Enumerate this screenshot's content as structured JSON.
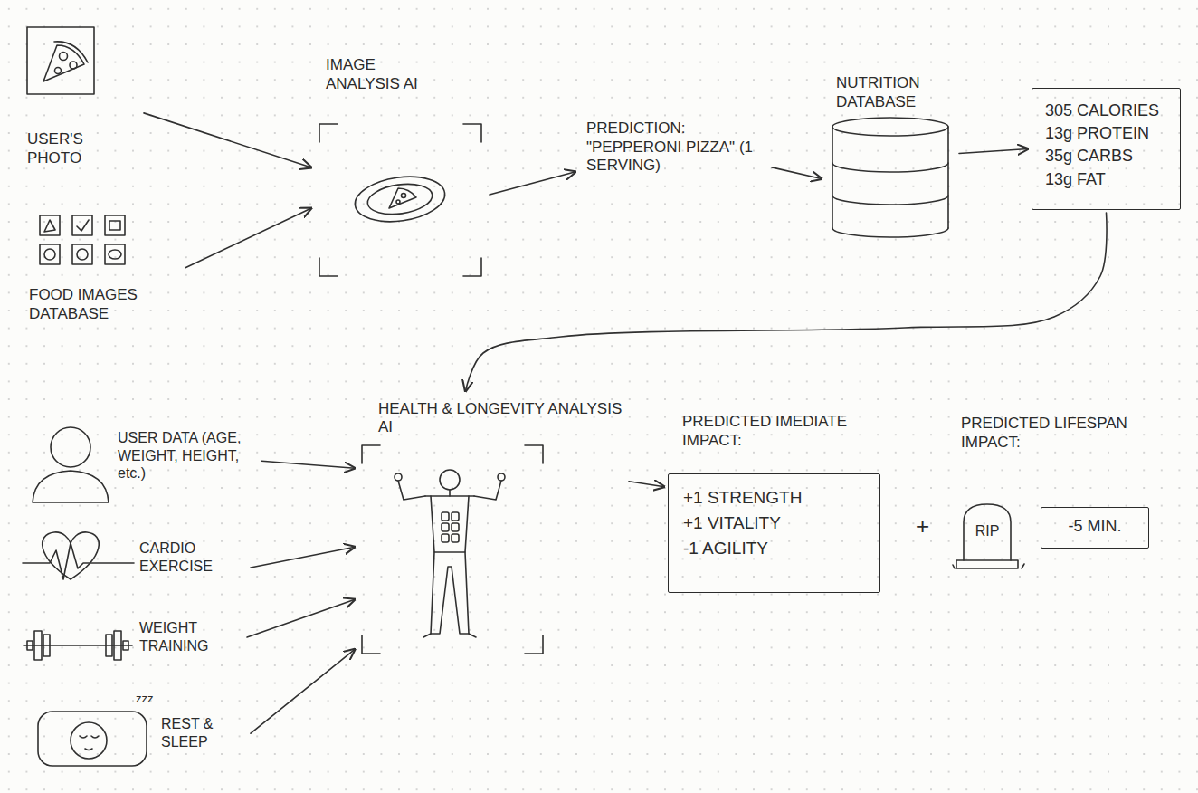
{
  "diagram": {
    "nodes": [
      {
        "text": [
          "USER'S PHOTO"
        ]
      },
      {
        "text": [
          "FOOD IMAGES DATABASE"
        ]
      },
      {
        "text": [
          "IMAGE ANALYSIS AI"
        ]
      },
      {
        "text": [
          "PREDICTION:",
          "\"PEPPERONI PIZZA\" (1 SERVING)"
        ]
      },
      {
        "text": [
          "NUTRITION DATABASE"
        ]
      },
      {
        "text": [
          "305 CALORIES",
          "13g PROTEIN",
          "35g CARBS",
          "13g FAT"
        ]
      },
      {
        "text": [
          "USER DATA (AGE, WEIGHT, HEIGHT, etc.)"
        ]
      },
      {
        "text": [
          "CARDIO EXERCISE"
        ]
      },
      {
        "text": [
          "WEIGHT TRAINING"
        ]
      },
      {
        "text": [
          "REST & SLEEP"
        ]
      },
      {
        "text": [
          "HEALTH & LONGEVITY ANALYSIS AI"
        ]
      },
      {
        "text": [
          "PREDICTED IMEDIATE IMPACT:",
          "+1 STRENGTH",
          "+1 VITALITY",
          "-1 AGILITY"
        ]
      },
      {
        "text": [
          "RIP"
        ]
      },
      {
        "text": [
          "-5 MIN."
        ]
      }
    ],
    "edges": [
      {
        "from": 0,
        "to": 2,
        "arrow": "to"
      },
      {
        "from": 1,
        "to": 2,
        "arrow": "to"
      },
      {
        "from": 2,
        "to": 3,
        "arrow": "to"
      },
      {
        "from": 3,
        "to": 4,
        "arrow": "to"
      },
      {
        "from": 4,
        "to": 5,
        "arrow": "to"
      },
      {
        "from": 5,
        "to": 10,
        "arrow": "to"
      },
      {
        "from": 6,
        "to": 10,
        "arrow": "to"
      },
      {
        "from": 7,
        "to": 10,
        "arrow": "to"
      },
      {
        "from": 8,
        "to": 10,
        "arrow": "to"
      },
      {
        "from": 9,
        "to": 10,
        "arrow": "to"
      },
      {
        "from": 10,
        "to": 11,
        "arrow": "to"
      }
    ],
    "labels": [
      "PREDICTED LIFESPAN IMPACT:",
      "+",
      "zzz"
    ]
  }
}
